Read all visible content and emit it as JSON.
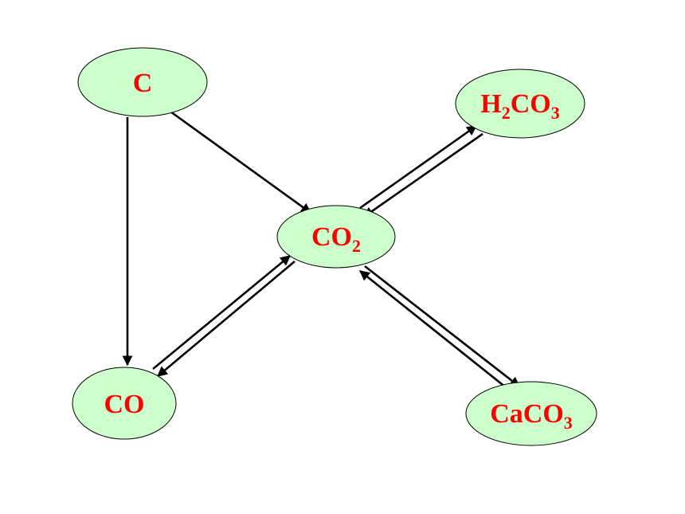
{
  "nodes": {
    "c": {
      "label": "C"
    },
    "co2": {
      "label": "CO",
      "sub": "2"
    },
    "h2co3": {
      "pre": "H",
      "pre_sub": "2",
      "mid": "CO",
      "sub": "3"
    },
    "co": {
      "label": "CO"
    },
    "caco3": {
      "label": "CaCO",
      "sub": "3"
    }
  },
  "colors": {
    "node_fill": "#ccffcc",
    "label": "#ff0000",
    "edge": "#000000"
  }
}
